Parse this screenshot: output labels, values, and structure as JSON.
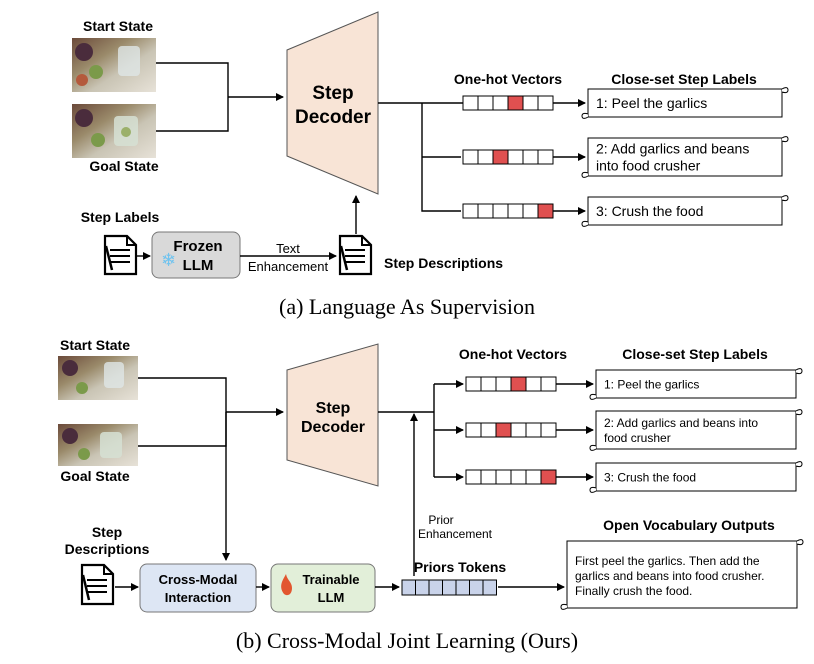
{
  "colors": {
    "decoder_fill": "#f8e4d6",
    "decoder_stroke": "#555555",
    "highlight": "#e05050",
    "frozen_fill": "#d9d9d9",
    "frozen_icon": "#6fc3ef",
    "crossmodal_fill": "#dde6f4",
    "trainable_fill": "#e2efd9",
    "trainable_icon": "#e2562f",
    "prior_token_fill": "#c9d3ea"
  },
  "panel_a": {
    "start_state": "Start State",
    "goal_state": "Goal State",
    "decoder_line1": "Step",
    "decoder_line2": "Decoder",
    "onehot_title": "One-hot Vectors",
    "closeset_title": "Close-set Step Labels",
    "highlight_index": [
      3,
      2,
      5
    ],
    "labels": [
      [
        "1: Peel the garlics"
      ],
      [
        "2: Add garlics and beans",
        "into food crusher"
      ],
      [
        "3: Crush the food"
      ]
    ],
    "step_labels": "Step Labels",
    "frozen_line1": "Frozen",
    "frozen_line2": "LLM",
    "text_enh_line1": "Text",
    "text_enh_line2": "Enhancement",
    "step_descriptions": "Step Descriptions",
    "caption": "(a) Language As Supervision"
  },
  "panel_b": {
    "start_state": "Start State",
    "goal_state": "Goal State",
    "decoder_line1": "Step",
    "decoder_line2": "Decoder",
    "onehot_title": "One-hot Vectors",
    "closeset_title": "Close-set Step Labels",
    "highlight_index": [
      3,
      2,
      5
    ],
    "labels": [
      [
        "1: Peel the garlics"
      ],
      [
        "2: Add garlics and beans into",
        "food crusher"
      ],
      [
        "3: Crush the food"
      ]
    ],
    "step_desc_line1": "Step",
    "step_desc_line2": "Descriptions",
    "crossmodal_line1": "Cross-Modal",
    "crossmodal_line2": "Interaction",
    "trainable_line1": "Trainable",
    "trainable_line2": "LLM",
    "prior_enh_line1": "Prior",
    "prior_enh_line2": "Enhancement",
    "priors_tokens": "Priors Tokens",
    "open_vocab_title": "Open Vocabulary Outputs",
    "open_vocab_lines": [
      "First  peel  the  garlics.  Then  add  the",
      "garlics  and  beans  into  food  crusher.",
      "Finally crush the food."
    ],
    "caption": "(b) Cross-Modal Joint Learning (Ours)"
  }
}
